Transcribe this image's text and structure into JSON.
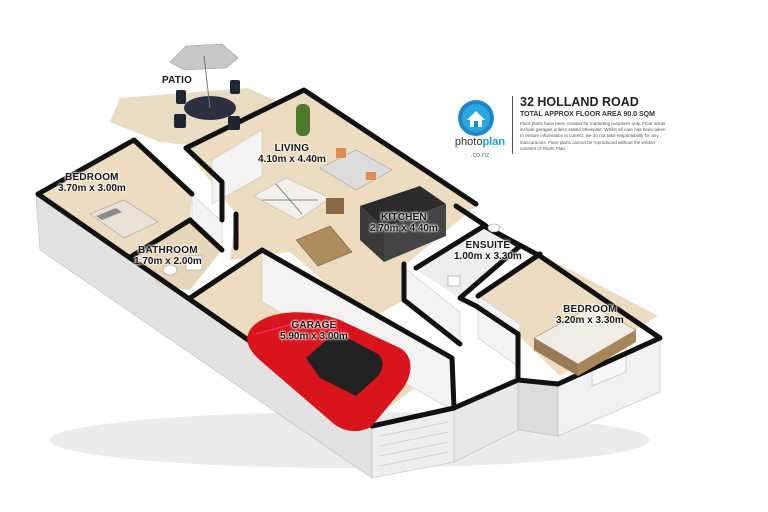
{
  "property": {
    "address": "32 HOLLAND ROAD",
    "total_area": "TOTAL APPROX FLOOR AREA 90.0 SQM",
    "disclaimer": "Floor plans have been created for marketing purposes only. Floor areas include garages unless stated otherwise. Whilst all care has been taken to ensure information is correct, we do not take responsibility for any inaccuracies. Floor plans cannot be reproduced without the written consent of Photo Plan."
  },
  "brand": {
    "name_main": "photo",
    "name_accent": "plan",
    "domain_suffix": ".co.nz",
    "accent_color": "#1aa0d8"
  },
  "rooms": {
    "patio": {
      "name": "PATIO",
      "dims": ""
    },
    "living": {
      "name": "LIVING",
      "dims": "4.10m x 4.40m"
    },
    "bedroom1": {
      "name": "BEDROOM",
      "dims": "3.70m x 3.00m"
    },
    "kitchen": {
      "name": "KITCHEN",
      "dims": "2.70m x 4.40m"
    },
    "bathroom": {
      "name": "BATHROOM",
      "dims": "1.70m x 2.00m"
    },
    "ensuite": {
      "name": "ENSUITE",
      "dims": "1.00m x 3.30m"
    },
    "garage": {
      "name": "GARAGE",
      "dims": "5.90m x 3.00m"
    },
    "bedroom2": {
      "name": "BEDROOM",
      "dims": "3.20m x 3.30m"
    }
  },
  "colors": {
    "floor": "#ecdcc0",
    "wall_top": "#111111",
    "wall_outer": "#e4e4e4",
    "car": "#d8141c"
  }
}
